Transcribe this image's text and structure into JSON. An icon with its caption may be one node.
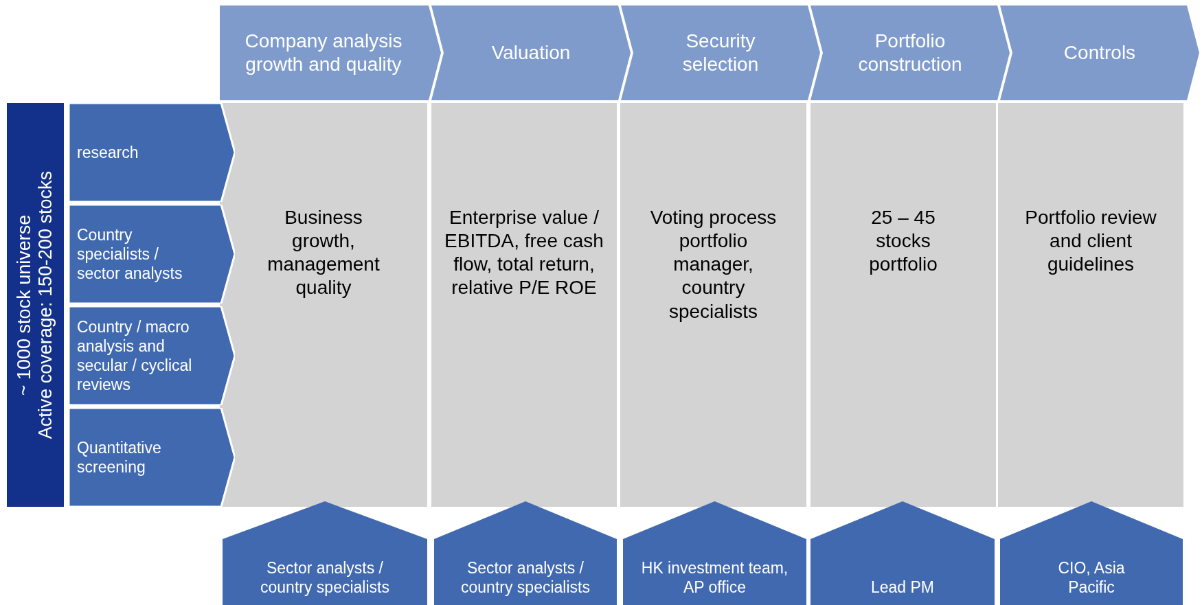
{
  "diagram": {
    "nodes": [
      {
        "text": [
          "Company analysis growth and quality"
        ]
      },
      {
        "text": [
          "Valuation"
        ]
      },
      {
        "text": [
          "Security selection"
        ]
      },
      {
        "text": [
          "Portfolio construction"
        ]
      },
      {
        "text": [
          "Controls"
        ]
      },
      {
        "text": [
          "~ 1000 stock universe",
          "Active coverage: 150-200 stocks"
        ]
      },
      {
        "text": [
          "research"
        ]
      },
      {
        "text": [
          "Country specialists / sector analysts"
        ]
      },
      {
        "text": [
          "Country / macro analysis and secular / cyclical reviews"
        ]
      },
      {
        "text": [
          "Quantitative screening"
        ]
      },
      {
        "text": [
          "Business growth, management quality"
        ]
      },
      {
        "text": [
          "Enterprise value / EBITDA, free cash flow, total return, relative P/E ROE"
        ]
      },
      {
        "text": [
          "Voting process portfolio manager, country specialists"
        ]
      },
      {
        "text": [
          "25 – 45 stocks portfolio"
        ]
      },
      {
        "text": [
          "Portfolio review and client guidelines"
        ]
      },
      {
        "text": [
          "Sector analysts / country specialists"
        ]
      },
      {
        "text": [
          "Sector analysts / country specialists"
        ]
      },
      {
        "text": [
          "HK investment team, AP office"
        ]
      },
      {
        "text": [
          "Lead PM"
        ]
      },
      {
        "text": [
          "CIO, Asia Pacific"
        ]
      }
    ]
  }
}
